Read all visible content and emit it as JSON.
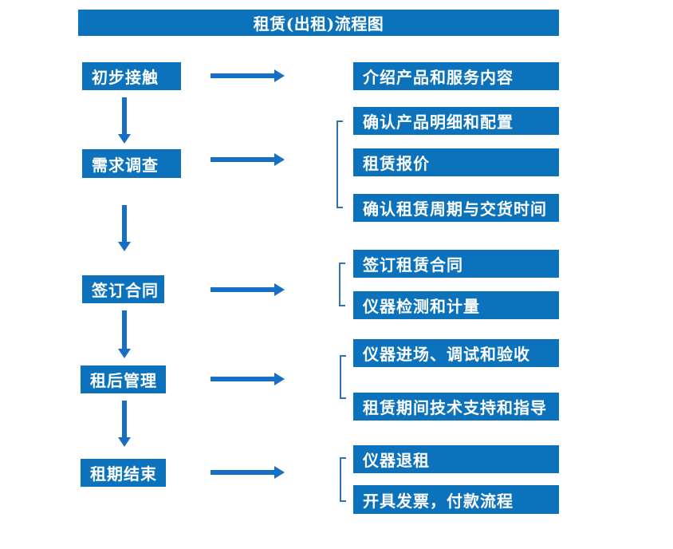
{
  "title": "租赁(出租)流程图",
  "colors": {
    "box_blue": "#0d72bc",
    "arrow_blue": "#166fc4",
    "bracket_blue": "#2e74b5",
    "text_white": "#ffffff"
  },
  "rows": [
    {
      "step": "初步接触",
      "items": [
        "介绍产品和服务内容"
      ]
    },
    {
      "step": "需求调查",
      "items": [
        "确认产品明细和配置",
        "租赁报价",
        "确认租赁周期与交货时间"
      ]
    },
    {
      "step": "签订合同",
      "items": [
        "签订租赁合同",
        "仪器检测和计量"
      ]
    },
    {
      "step": "租后管理",
      "items": [
        "仪器进场、调试和验收",
        "租赁期间技术支持和指导"
      ]
    },
    {
      "step": "租期结束",
      "items": [
        "仪器退租",
        "开具发票，付款流程"
      ]
    }
  ]
}
